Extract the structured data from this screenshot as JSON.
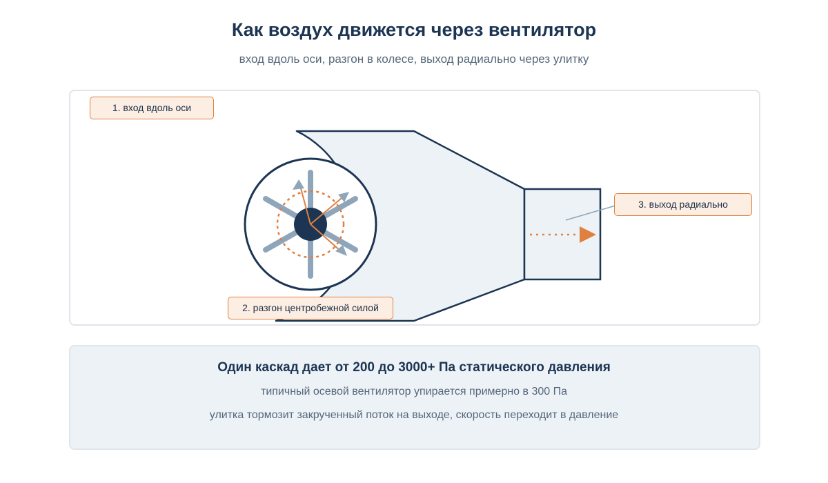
{
  "header": {
    "title": "Как воздух движется через вентилятор",
    "subtitle": "вход вдоль оси, разгон в колесе, выход радиально через улитку"
  },
  "diagram": {
    "callouts": {
      "inlet": "1. вход вдоль оси",
      "acceleration": "2. разгон центробежной силой",
      "outlet": "3. выход радиально"
    },
    "colors": {
      "housing_stroke": "#1c3553",
      "housing_fill": "#edf2f7",
      "blade": "#8fa5ba",
      "hub": "#1c3553",
      "accent": "#e07f3e"
    }
  },
  "info": {
    "headline": "Один каскад дает от 200 до 3000+ Па статического давления",
    "line1": "типичный осевой вентилятор упирается примерно в 300 Па",
    "line2": "улитка тормозит закрученный поток на выходе, скорость переходит в давление"
  }
}
